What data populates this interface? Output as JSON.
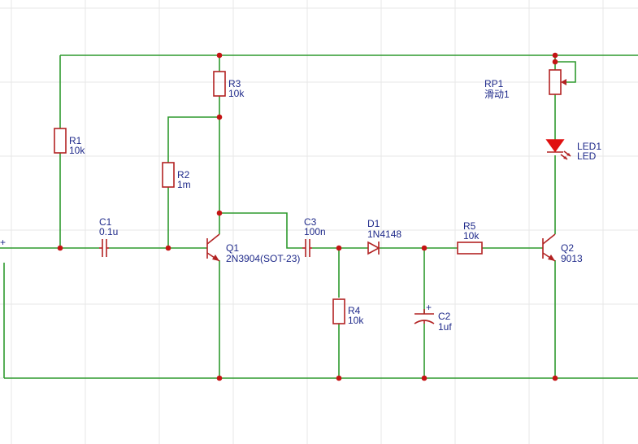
{
  "colors": {
    "wire": "#2e9a2e",
    "component": "#b22222",
    "junction": "#c41414",
    "label": "#1f2a8a",
    "grid": "#e7e7e7",
    "led": "#e01010"
  },
  "source_terminal": "+",
  "components": {
    "R1": {
      "ref": "R1",
      "value": "10k"
    },
    "R2": {
      "ref": "R2",
      "value": "1m"
    },
    "R3": {
      "ref": "R3",
      "value": "10k"
    },
    "R4": {
      "ref": "R4",
      "value": "10k"
    },
    "R5": {
      "ref": "R5",
      "value": "10k"
    },
    "C1": {
      "ref": "C1",
      "value": "0.1u"
    },
    "C2": {
      "ref": "C2",
      "value": "1uf",
      "polarity": "+"
    },
    "C3": {
      "ref": "C3",
      "value": "100n"
    },
    "D1": {
      "ref": "D1",
      "value": "1N4148"
    },
    "Q1": {
      "ref": "Q1",
      "value": "2N3904(SOT-23)"
    },
    "Q2": {
      "ref": "Q2",
      "value": "9013"
    },
    "RP1": {
      "ref": "RP1",
      "value": "滑动1"
    },
    "LED1": {
      "ref": "LED1",
      "value": "LED"
    }
  }
}
